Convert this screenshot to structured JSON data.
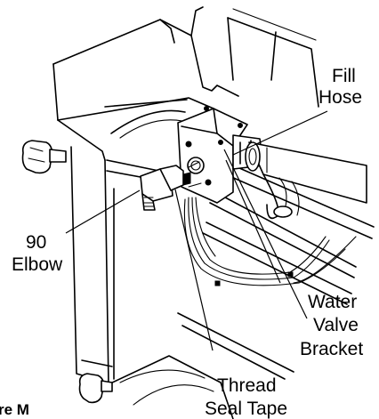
{
  "figure": {
    "caption": "re M",
    "labels": {
      "fill_hose": [
        "Fill",
        "Hose"
      ],
      "elbow": [
        "90",
        "Elbow"
      ],
      "water_valve_bracket": [
        "Water",
        "Valve",
        "Bracket"
      ],
      "thread_seal_tape": [
        "Thread",
        "Seal Tape"
      ]
    }
  }
}
